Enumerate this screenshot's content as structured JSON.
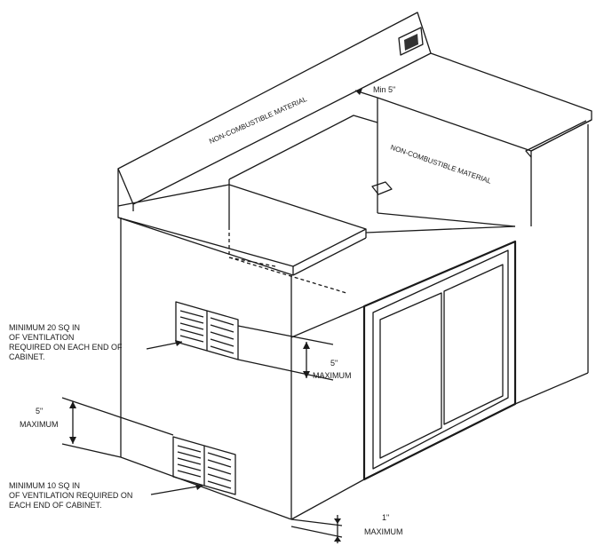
{
  "labels": {
    "min_gap": "Min 5\"",
    "wall_back": "NON-COMBUSTIBLE MATERIAL",
    "wall_side": "NON-COMBUSTIBLE MATERIAL",
    "vent_upper": [
      "MINIMUM 20 SQ IN",
      "OF VENTILATION",
      "REQUIRED ON EACH END OF",
      "CABINET."
    ],
    "vent_lower": [
      "MINIMUM 10 SQ IN",
      "OF VENTILATION REQUIRED ON",
      "EACH END OF CABINET."
    ],
    "dim_right": [
      "5\"",
      "MAXIMUM"
    ],
    "dim_left": [
      "5\"",
      "MAXIMUM"
    ],
    "dim_bottom": [
      "1\"",
      "MAXIMUM"
    ]
  },
  "icons": {
    "outlet": "electrical-outlet-icon",
    "vent": "louvered-vent-icon"
  }
}
